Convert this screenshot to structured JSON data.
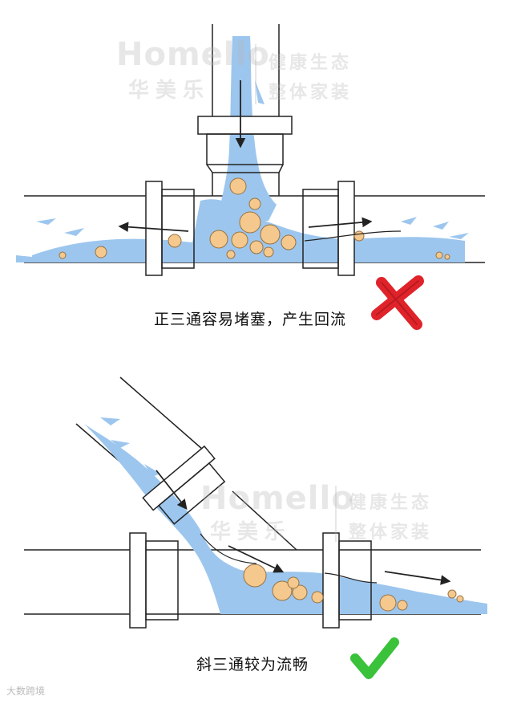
{
  "captions": {
    "top": "正三通容易堵塞，产生回流",
    "bottom": "斜三通较为流畅"
  },
  "watermark": {
    "brand": "Homello",
    "brand_cn": "华美乐",
    "tag_line1": "健康生态",
    "tag_line2": "整体家装"
  },
  "source_mark": "大数跨境",
  "colors": {
    "water": "#9cc6ee",
    "particle_fill": "#f5c98e",
    "particle_stroke": "#9a7240",
    "cross_mark": "#e0232a",
    "check_mark": "#3ac23a"
  },
  "icons": {
    "top_result": "cross-mark-icon",
    "bottom_result": "check-mark-icon"
  }
}
